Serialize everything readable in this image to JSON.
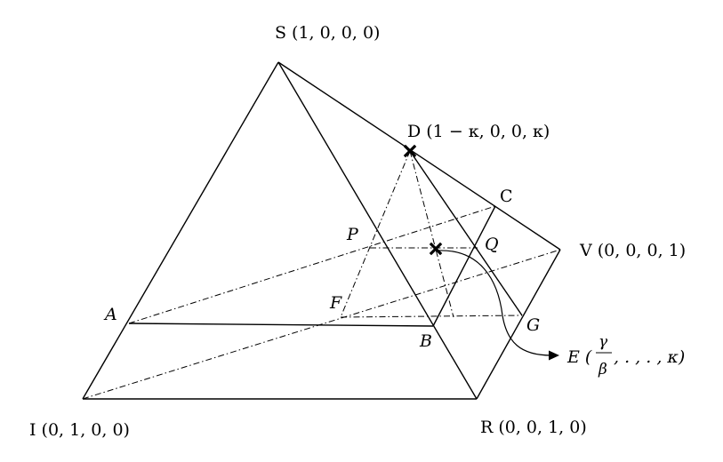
{
  "labels": {
    "S": "S (1, 0, 0, 0)",
    "D": "D (1 − κ, 0, 0, κ)",
    "V": "V (0, 0, 0, 1)",
    "I": "I (0, 1, 0, 0)",
    "R": "R (0, 0, 1, 0)",
    "C": "C",
    "P": "P",
    "Q": "Q",
    "A": "A",
    "F": "F",
    "B": "B",
    "G": "G",
    "E": {
      "prefix": "E (",
      "numerator": "γ",
      "denominator": "β",
      "suffix": ", . , . , κ)"
    }
  }
}
